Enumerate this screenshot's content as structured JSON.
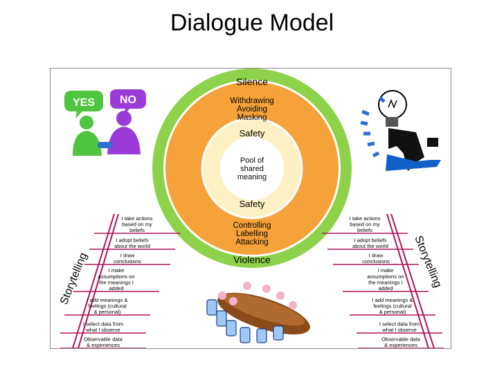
{
  "title": "Dialogue Model",
  "rings": {
    "outer": {
      "top": "Silence",
      "bottom": "Violence"
    },
    "middle_top": [
      "Withdrawing",
      "Avoiding",
      "Masking"
    ],
    "middle_bottom": [
      "Controlling",
      "Labelling",
      "Attacking"
    ],
    "safety_top": "Safety",
    "safety_bottom": "Safety",
    "center": [
      "Pool of",
      "shared",
      "meaning"
    ]
  },
  "ladder_label": "Storytelling",
  "ladder_rungs": [
    [
      "I take actions",
      "based on my",
      "beliefs"
    ],
    [
      "I adopt beliefs",
      "about the world"
    ],
    [
      "I draw",
      "conclusions"
    ],
    [
      "I make",
      "assumptions on",
      "the meanings I",
      "added"
    ],
    [
      "I add meanings &",
      "feelings (cultural",
      "& personal)"
    ],
    [
      "I select data from",
      "what I observe"
    ],
    [
      "Observable data",
      "& experiences"
    ]
  ],
  "clipart": {
    "yes": "YES",
    "no": "NO"
  },
  "colors": {
    "outer_ring": "#8dd24a",
    "middle_ring": "#f6a23a",
    "safety_ring": "#fcf0c4",
    "center": "#ffffff",
    "ladder": "#b0105a",
    "yes_figure": "#4fc43f",
    "no_figure": "#9b3bd8"
  }
}
